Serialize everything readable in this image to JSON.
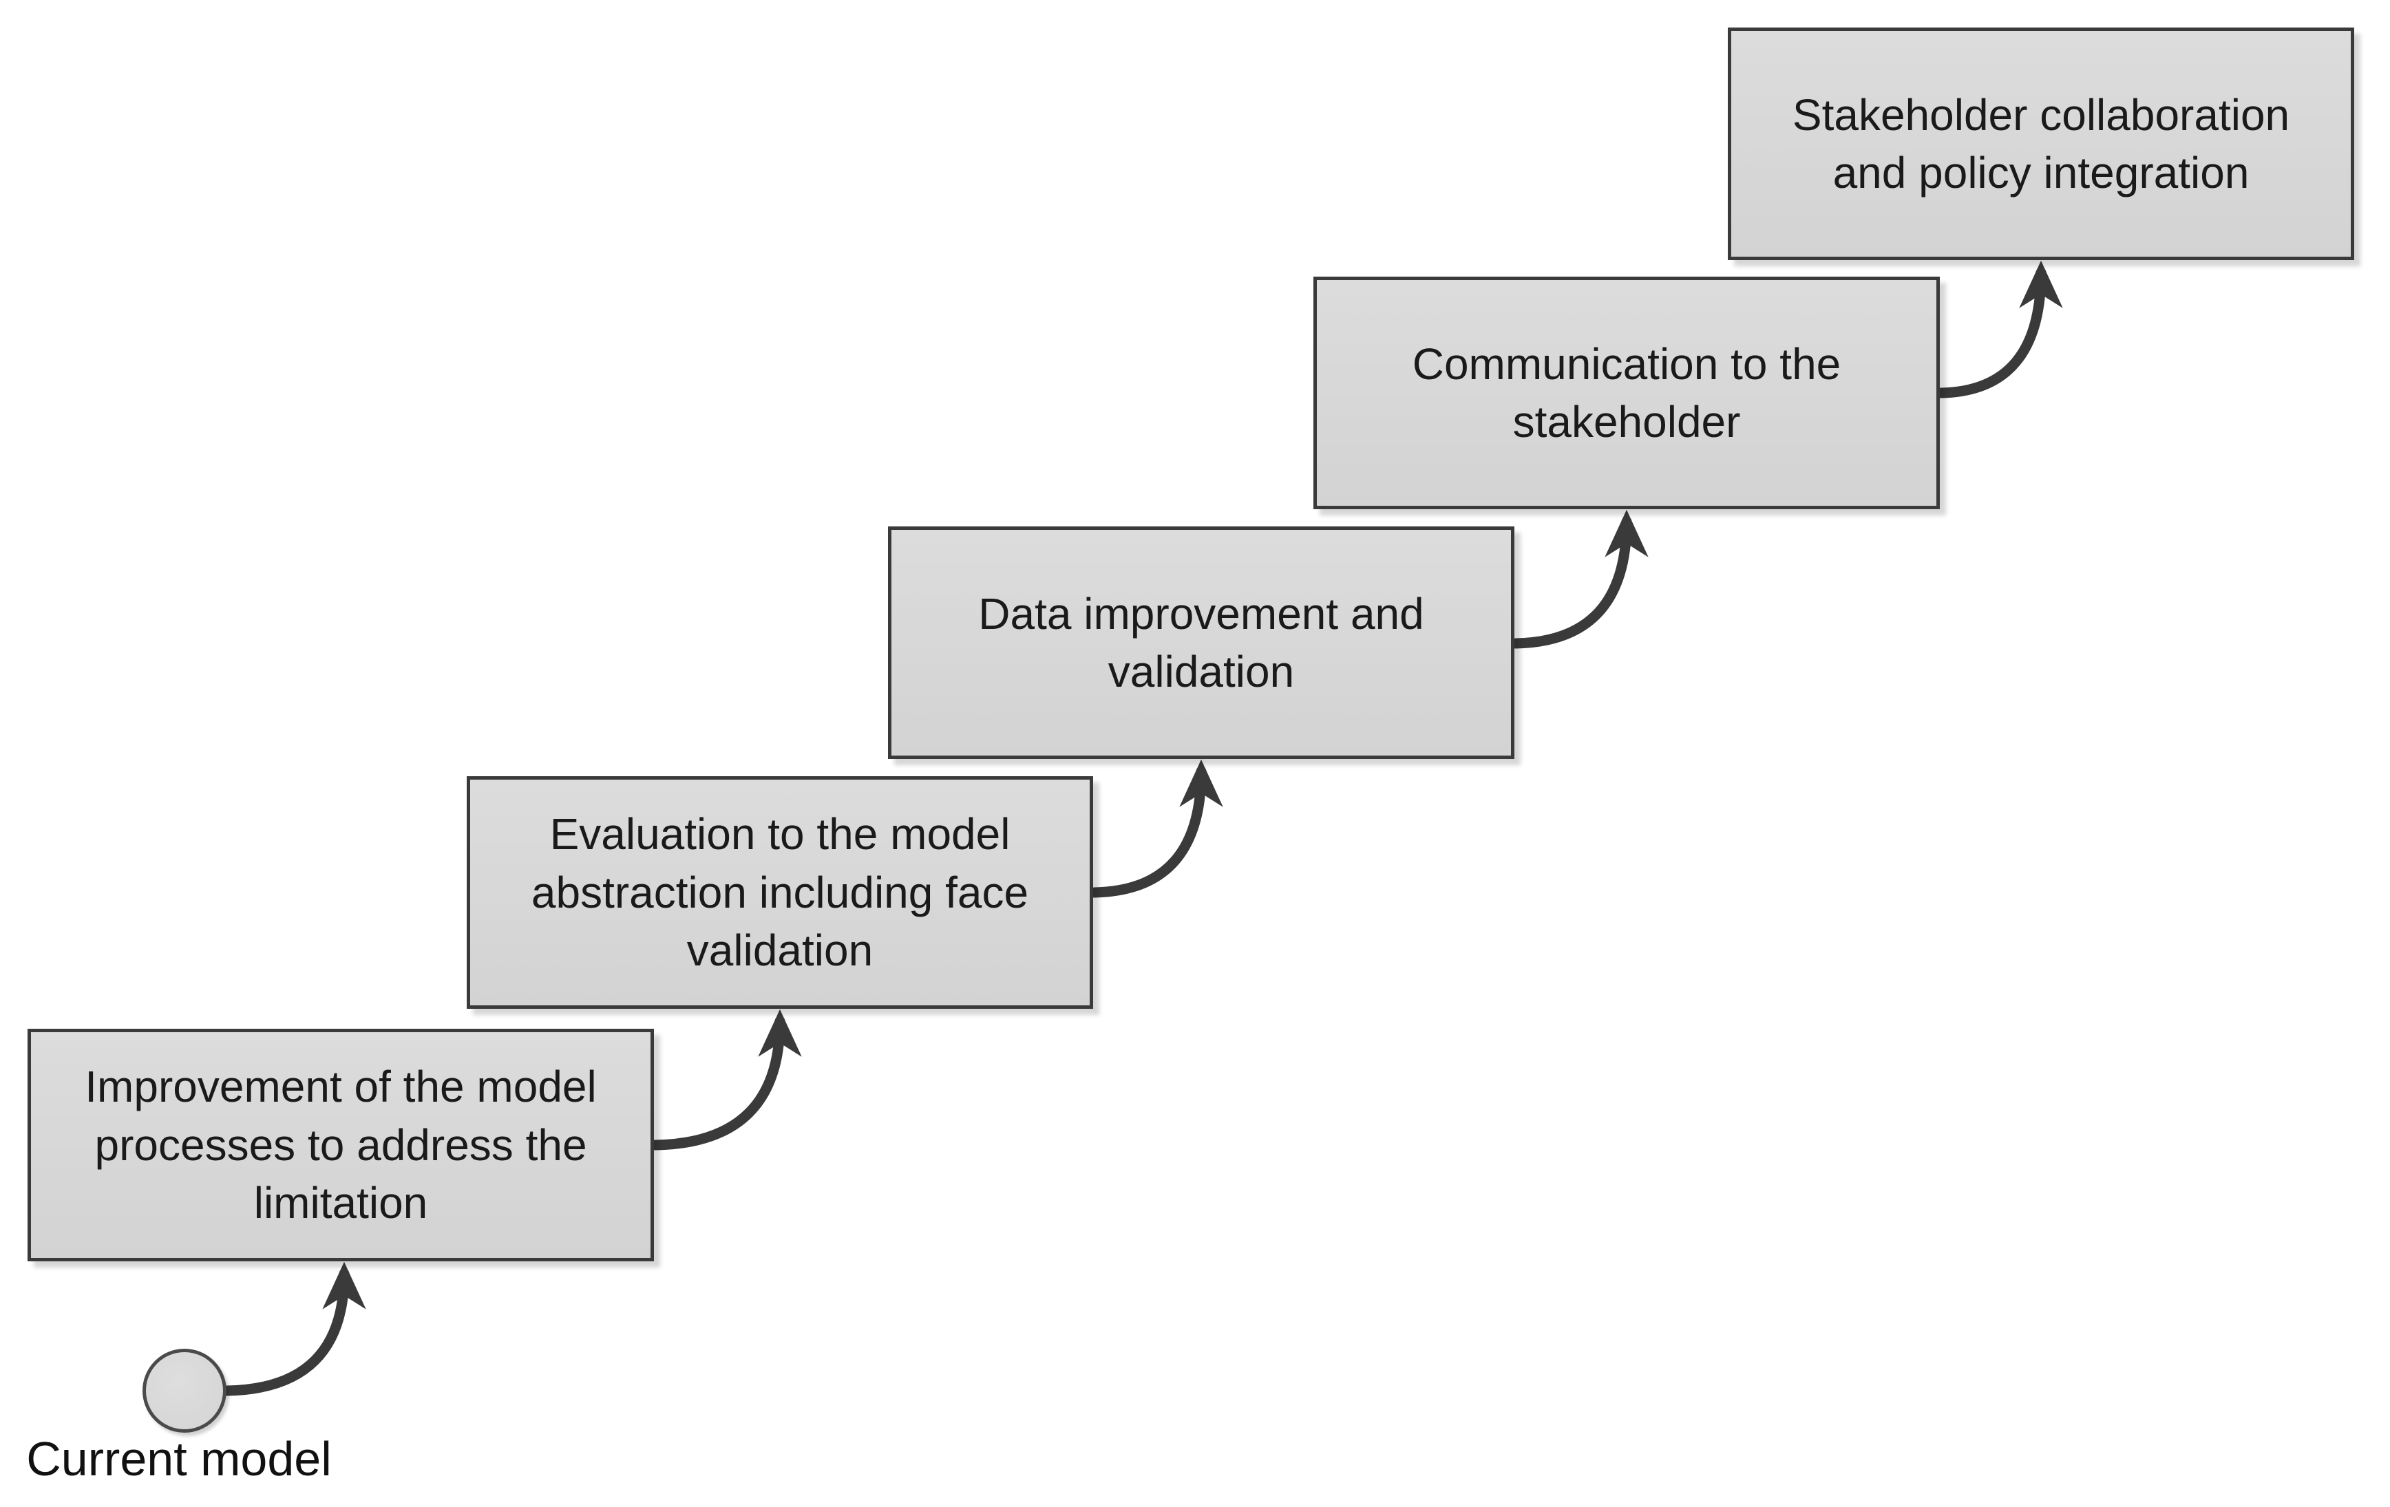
{
  "diagram": {
    "type": "staircase-process-flow",
    "start_node": {
      "label": "Current model",
      "shape": "circle"
    },
    "steps": [
      {
        "label": "Improvement of the model\nprocesses to address the\nlimitation"
      },
      {
        "label": "Evaluation to the model\nabstraction including face\nvalidation"
      },
      {
        "label": "Data improvement and\nvalidation"
      },
      {
        "label": "Communication to the\nstakeholder"
      },
      {
        "label": "Stakeholder collaboration\nand policy integration"
      }
    ],
    "connectors": [
      {
        "from": "start",
        "to": "step-1",
        "style": "curved-up-arrow"
      },
      {
        "from": "step-1",
        "to": "step-2",
        "style": "curved-up-arrow"
      },
      {
        "from": "step-2",
        "to": "step-3",
        "style": "curved-up-arrow"
      },
      {
        "from": "step-3",
        "to": "step-4",
        "style": "curved-up-arrow"
      },
      {
        "from": "step-4",
        "to": "step-5",
        "style": "curved-up-arrow"
      }
    ],
    "colors": {
      "box_fill": "#d6d6d6",
      "box_border": "#3a3a3a",
      "arrow": "#3a3a3a",
      "text": "#1a1a1a",
      "background": "#ffffff"
    }
  }
}
